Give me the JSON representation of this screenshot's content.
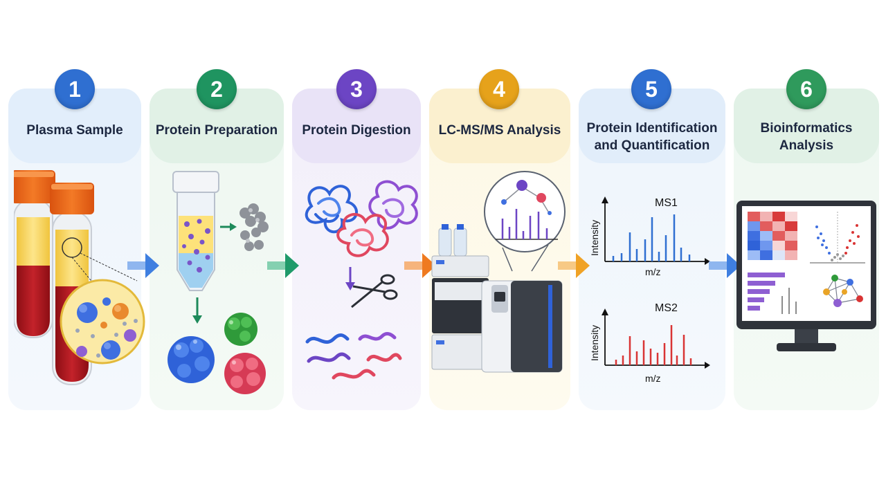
{
  "steps": [
    {
      "number": "1",
      "title": "Plasma Sample",
      "color": "#2f6fd1"
    },
    {
      "number": "2",
      "title": "Protein Preparation",
      "color": "#1f9460"
    },
    {
      "number": "3",
      "title": "Protein Digestion",
      "color": "#6c45c4"
    },
    {
      "number": "4",
      "title": "LC-MS/MS Analysis",
      "color": "#e6a21b"
    },
    {
      "number": "5",
      "title_line1": "Protein Identification",
      "title_line2": "and Quantification",
      "color": "#2f6fd1"
    },
    {
      "number": "6",
      "title_line1": "Bioinformatics",
      "title_line2": "Analysis",
      "color": "#2f9a5c"
    }
  ],
  "spectra": {
    "ms1": {
      "title": "MS1",
      "xlabel": "m/z",
      "ylabel": "Intensity",
      "color": "#2f6fd1"
    },
    "ms2": {
      "title": "MS2",
      "xlabel": "m/z",
      "ylabel": "Intensity",
      "color": "#d93434"
    }
  },
  "icons": [
    "test-tube-icon",
    "centrifuge-tube-icon",
    "protein-cluster-icon",
    "scissors-icon",
    "lc-ms-instrument-icon",
    "monitor-icon"
  ]
}
